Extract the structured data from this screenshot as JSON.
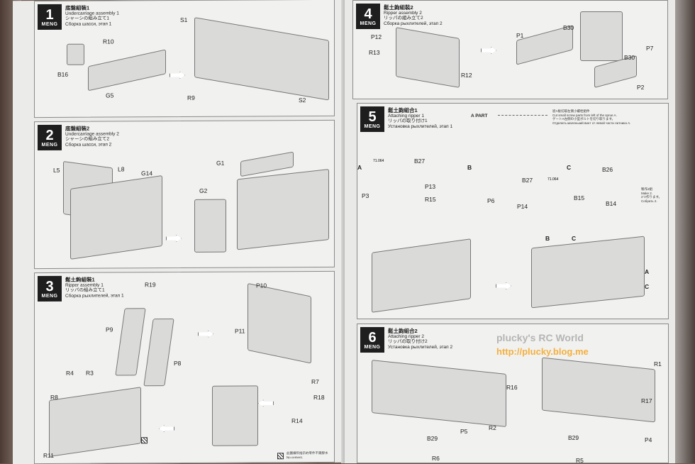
{
  "steps": [
    {
      "num": "1",
      "brand": "MENG",
      "zh": "底盤組裝1",
      "en": "Undercarriage assembly 1",
      "ja": "シャーシの組み立て1",
      "ru": "Сборка шасси, этап 1",
      "parts": [
        "R10",
        "B16",
        "G5",
        "S1",
        "R9",
        "S2"
      ]
    },
    {
      "num": "2",
      "brand": "MENG",
      "zh": "底盤組裝2",
      "en": "Undercarriage assembly 2",
      "ja": "シャーシの組み立て2",
      "ru": "Сборка шасси, этап 2",
      "parts": [
        "L5",
        "L8",
        "G14",
        "G1",
        "G2"
      ]
    },
    {
      "num": "3",
      "brand": "MENG",
      "zh": "鬆土鉤組裝1",
      "en": "Ripper assembly 1",
      "ja": "リッパの組み立て1",
      "ru": "Сборка рыхлителей, этап 1",
      "parts": [
        "R19",
        "P9",
        "P8",
        "P10",
        "P11",
        "R4",
        "R3",
        "R8",
        "R11",
        "R7",
        "R18",
        "R14"
      ],
      "note": "此圖標所指示的零件不需膠水",
      "note_en": "No cement."
    },
    {
      "num": "4",
      "brand": "MENG",
      "zh": "鬆土鉤組裝2",
      "en": "Ripper assembly 2",
      "ja": "リッパの組み立て2",
      "ru": "Сборка рыхлителей, этап 2",
      "parts": [
        "P12",
        "R13",
        "R12",
        "P1",
        "B30",
        "P7",
        "B30",
        "P2"
      ]
    },
    {
      "num": "5",
      "brand": "MENG",
      "zh": "鬆土鉤組合1",
      "en": "Attaching ripper 1",
      "ja": "リッパの取り付け1",
      "ru": "Установка рыхлителей, этап 1",
      "parts": [
        "A",
        "P3",
        "P13",
        "R15",
        "B27",
        "B",
        "P6",
        "P14",
        "B27",
        "C",
        "B26",
        "B15",
        "B14",
        "B",
        "C",
        "A",
        "C"
      ],
      "a_part": "A PART",
      "paint": "71.064",
      "cut_note": [
        "從A板切取左側小螺栓組件",
        "Cut small screw parts from left of the sprue A.",
        "ゲートA左側の小型ボルトを切り取ります。",
        "Отделить маленький винт от левой части литника A."
      ],
      "make_note": [
        "製作2組",
        "Make 2.",
        "2つ作ります。",
        "Собрать 2."
      ]
    },
    {
      "num": "6",
      "brand": "MENG",
      "zh": "鬆土鉤組合2",
      "en": "Attaching ripper 2",
      "ja": "リッパの取り付け2",
      "ru": "Установка рыхлителей, этап 2",
      "parts": [
        "R16",
        "P5",
        "R2",
        "B29",
        "R6",
        "R1",
        "R17",
        "P4",
        "B29",
        "R5"
      ]
    }
  ],
  "watermark": {
    "title": "plucky's RC World",
    "url": "http://plucky.blog.me"
  }
}
